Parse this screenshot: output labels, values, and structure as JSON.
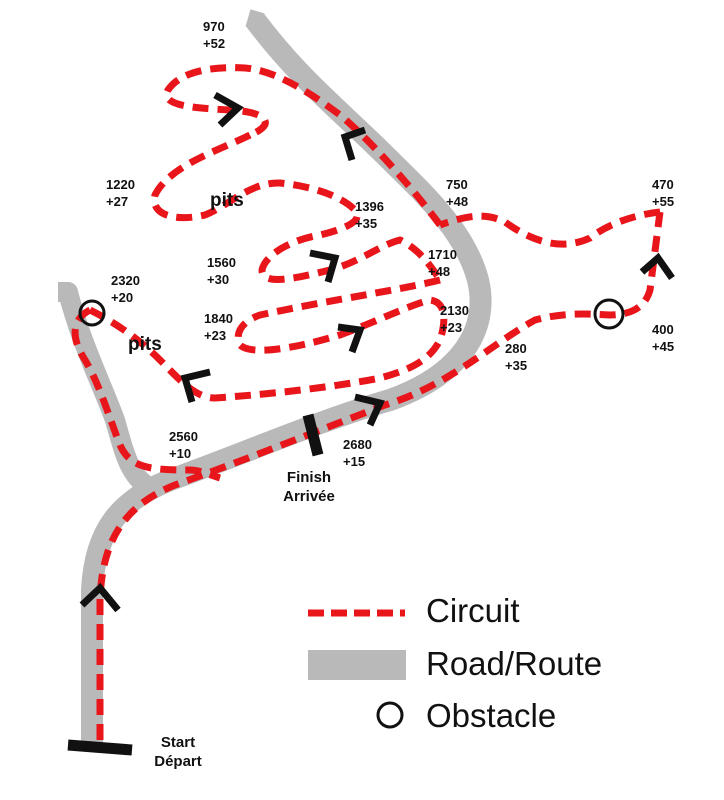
{
  "colors": {
    "circuit": "#e8151b",
    "road": "#b9b9b9",
    "marker": "#111111",
    "background": "#ffffff"
  },
  "waypoints": [
    {
      "id": "wp-970",
      "distance": "970",
      "delta": "+52"
    },
    {
      "id": "wp-1220",
      "distance": "1220",
      "delta": "+27"
    },
    {
      "id": "wp-750",
      "distance": "750",
      "delta": "+48"
    },
    {
      "id": "wp-470",
      "distance": "470",
      "delta": "+55"
    },
    {
      "id": "wp-1396",
      "distance": "1396",
      "delta": "+35"
    },
    {
      "id": "wp-1560",
      "distance": "1560",
      "delta": "+30"
    },
    {
      "id": "wp-1710",
      "distance": "1710",
      "delta": "+48"
    },
    {
      "id": "wp-2320",
      "distance": "2320",
      "delta": "+20"
    },
    {
      "id": "wp-1840",
      "distance": "1840",
      "delta": "+23"
    },
    {
      "id": "wp-2130",
      "distance": "2130",
      "delta": "+23"
    },
    {
      "id": "wp-400",
      "distance": "400",
      "delta": "+45"
    },
    {
      "id": "wp-280",
      "distance": "280",
      "delta": "+35"
    },
    {
      "id": "wp-2560",
      "distance": "2560",
      "delta": "+10"
    },
    {
      "id": "wp-2680",
      "distance": "2680",
      "delta": "+15"
    }
  ],
  "pits": [
    "pits",
    "pits"
  ],
  "finish": {
    "en": "Finish",
    "fr": "Arrivée"
  },
  "start": {
    "en": "Start",
    "fr": "Départ"
  },
  "legend": {
    "circuit": "Circuit",
    "road": "Road/Route",
    "obstacle": "Obstacle"
  }
}
